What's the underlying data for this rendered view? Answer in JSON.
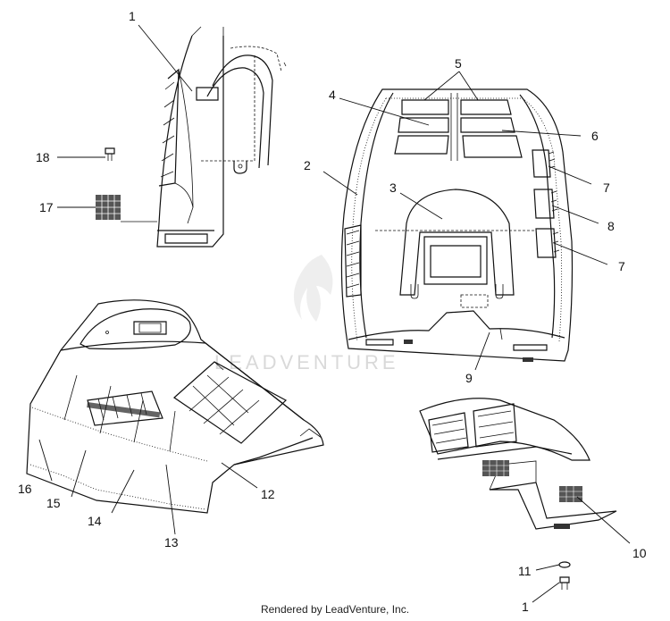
{
  "callouts": {
    "c1a": "1",
    "c18": "18",
    "c17": "17",
    "c2": "2",
    "c3": "3",
    "c4": "4",
    "c5": "5",
    "c6": "6",
    "c7a": "7",
    "c8": "8",
    "c7b": "7",
    "c9": "9",
    "c16": "16",
    "c15": "15",
    "c14": "14",
    "c13": "13",
    "c12": "12",
    "c10": "10",
    "c11": "11",
    "c1b": "1"
  },
  "watermark": "LEADVENTURE",
  "credit": "Rendered by LeadVenture, Inc."
}
